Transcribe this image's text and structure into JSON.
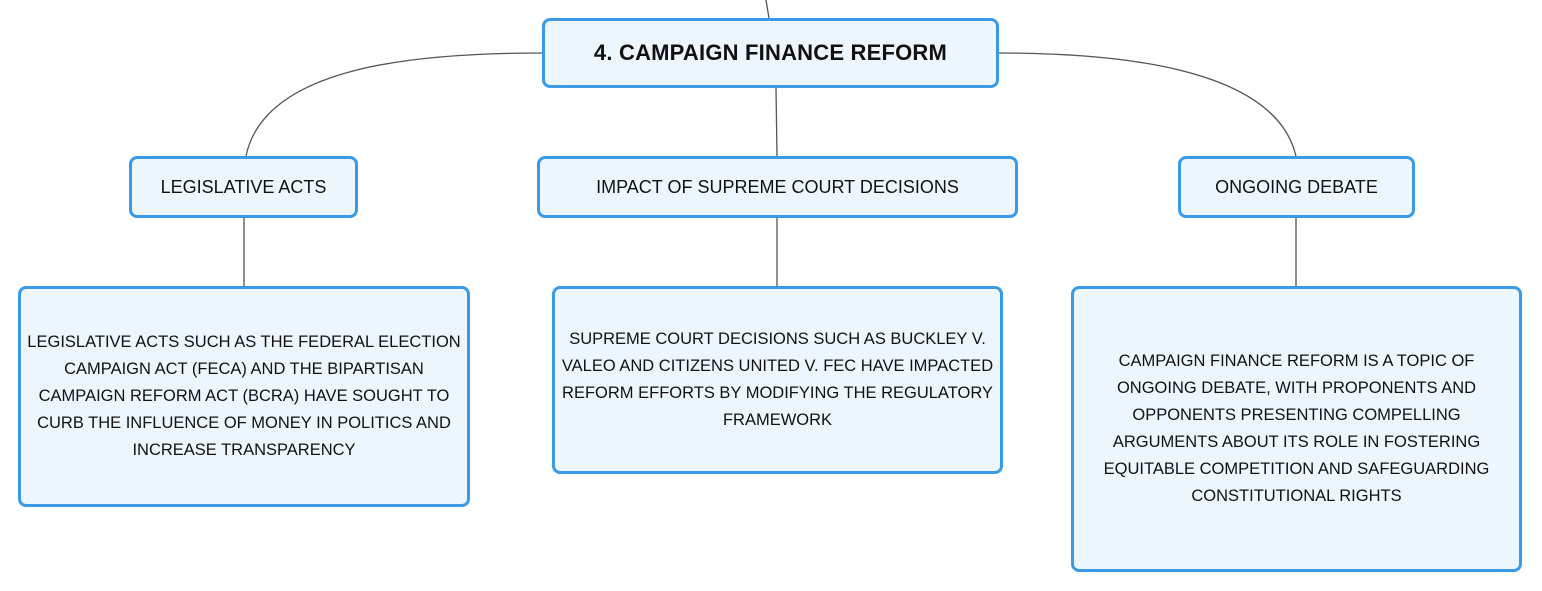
{
  "colors": {
    "node_border": "#3b9ae6",
    "node_fill": "#eef6fd",
    "connector": "#555555",
    "text": "#111111"
  },
  "root": {
    "title": "4. CAMPAIGN FINANCE REFORM"
  },
  "branches": [
    {
      "label": "LEGISLATIVE ACTS",
      "detail": "LEGISLATIVE ACTS SUCH AS THE FEDERAL ELECTION CAMPAIGN ACT (FECA) AND THE BIPARTISAN CAMPAIGN REFORM ACT (BCRA) HAVE SOUGHT TO CURB THE INFLUENCE OF MONEY IN POLITICS AND INCREASE TRANSPARENCY"
    },
    {
      "label": "IMPACT OF SUPREME COURT DECISIONS",
      "detail": "SUPREME COURT DECISIONS SUCH AS BUCKLEY V. VALEO AND CITIZENS UNITED V. FEC HAVE IMPACTED REFORM EFFORTS BY MODIFYING THE REGULATORY FRAMEWORK"
    },
    {
      "label": "ONGOING DEBATE",
      "detail": "CAMPAIGN FINANCE REFORM IS A TOPIC OF ONGOING DEBATE, WITH PROPONENTS AND OPPONENTS PRESENTING COMPELLING ARGUMENTS ABOUT ITS ROLE IN FOSTERING EQUITABLE COMPETITION AND SAFEGUARDING CONSTITUTIONAL RIGHTS"
    }
  ]
}
